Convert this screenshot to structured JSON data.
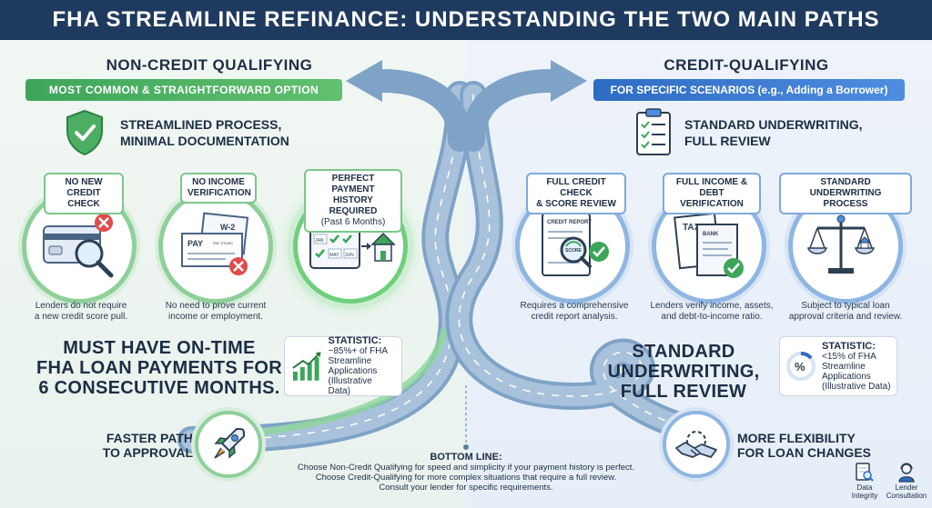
{
  "title": "FHA Streamline Refinance: Understanding the Two Main Paths",
  "left": {
    "heading": "NON-CREDIT QUALIFYING",
    "pill": "MOST COMMON & STRAIGHTFORWARD OPTION",
    "feature_line1": "STREAMLINED PROCESS,",
    "feature_line2": "MINIMAL DOCUMENTATION",
    "items": [
      {
        "label1": "NO NEW",
        "label2": "CREDIT CHECK",
        "caption1": "Lenders do not require",
        "caption2": "a new credit score pull."
      },
      {
        "label1": "NO INCOME",
        "label2": "VERIFICATION",
        "caption1": "No need to prove current",
        "caption2": "income or employment."
      },
      {
        "label1": "PERFECT PAYMENT",
        "label2": "HISTORY REQUIRED",
        "label3": "(Past 6 Months)"
      }
    ],
    "must_line1": "MUST HAVE ON-TIME",
    "must_line2": "FHA LOAN PAYMENTS FOR",
    "must_line3": "6 CONSECUTIVE MONTHS.",
    "stat_title": "STATISTIC:",
    "stat_line1": "~85%+ of FHA",
    "stat_line2": "Streamline",
    "stat_line3": "Applications",
    "stat_line4": "(Illustrative Data)",
    "faster_line1": "FASTER PATH",
    "faster_line2": "TO APPROVAL",
    "icon_texts": {
      "w2": "W-2",
      "pay": "PAY",
      "pay_stub": "PAY STUBS",
      "jan": "JAN",
      "may": "MAY",
      "jun": "JUN"
    }
  },
  "right": {
    "heading": "CREDIT-QUALIFYING",
    "pill": "FOR SPECIFIC SCENARIOS (e.g., Adding a Borrower)",
    "feature_line1": "STANDARD UNDERWRITING,",
    "feature_line2": "FULL REVIEW",
    "items": [
      {
        "label1": "FULL CREDIT CHECK",
        "label2": "& SCORE REVIEW",
        "caption1": "Requires a comprehensive",
        "caption2": "credit report analysis."
      },
      {
        "label1": "FULL INCOME &",
        "label2": "DEBT VERIFICATION",
        "caption1": "Lenders verify income, assets,",
        "caption2": "and debt-to-income ratio."
      },
      {
        "label1": "STANDARD",
        "label2": "UNDERWRITING PROCESS",
        "caption1": "Subject to typical loan",
        "caption2": "approval criteria and review."
      }
    ],
    "std_line1": "STANDARD",
    "std_line2": "UNDERWRITING,",
    "std_line3": "FULL REVIEW",
    "stat_title": "STATISTIC:",
    "stat_line1": "<15% of FHA",
    "stat_line2": "Streamline",
    "stat_line3": "Applications",
    "stat_line4": "(Illustrative Data)",
    "flex_line1": "MORE FLEXIBILITY",
    "flex_line2": "FOR LOAN CHANGES",
    "icon_texts": {
      "credit_report": "CREDIT REPORT",
      "score": "SCORE",
      "tax": "TAX",
      "bank": "BANK"
    }
  },
  "bottom": {
    "title": "BOTTOM LINE:",
    "line1": "Choose Non-Credit Qualifying for speed and simplicity if your payment history is perfect.",
    "line2": "Choose Credit-Qualifying for more complex situations that require a full review.",
    "line3": "Consult your lender for specific requirements."
  },
  "badges": [
    {
      "line1": "Data",
      "line2": "Integrity"
    },
    {
      "line1": "Lender",
      "line2": "Consultation"
    }
  ],
  "colors": {
    "navy": "#1f3a5f",
    "green": "#3da55a",
    "blue": "#2e6bc4",
    "road": "#8fa9c4"
  }
}
